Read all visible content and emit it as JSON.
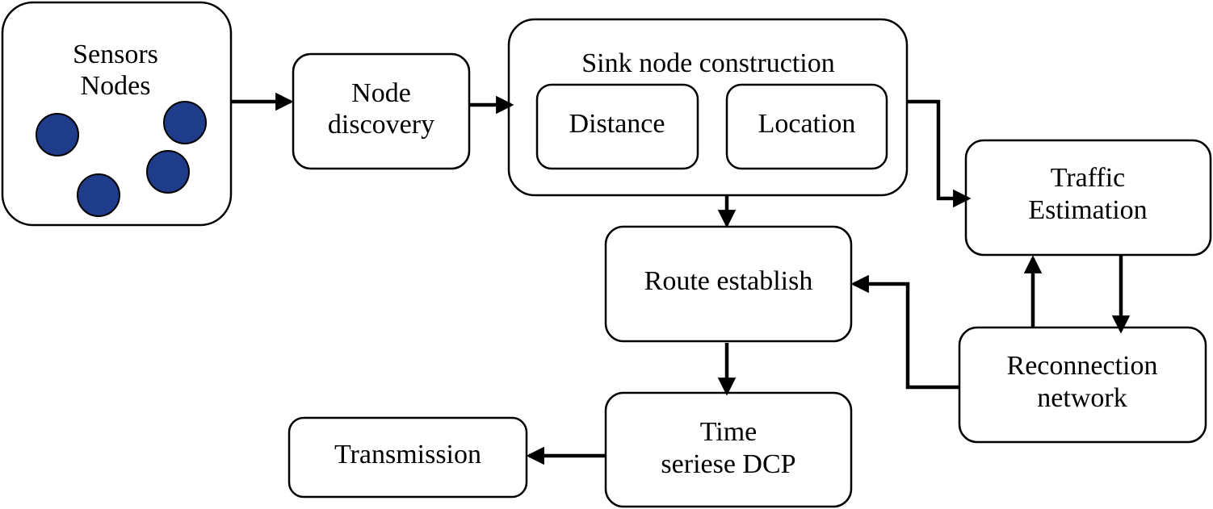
{
  "nodes": {
    "sensors": {
      "lines": [
        "Sensors",
        "Nodes"
      ]
    },
    "discovery": {
      "lines": [
        "Node",
        "discovery"
      ]
    },
    "sink": {
      "title": "Sink node construction",
      "distance": "Distance",
      "location": "Location"
    },
    "traffic": {
      "lines": [
        "Traffic",
        "Estimation"
      ]
    },
    "route": {
      "label": "Route establish"
    },
    "reconnection": {
      "lines": [
        "Reconnection",
        "network"
      ]
    },
    "timeseries": {
      "lines": [
        "Time",
        "seriese DCP"
      ]
    },
    "transmission": {
      "label": "Transmission"
    }
  },
  "colors": {
    "sensor_dot": "#1f3c8a",
    "stroke": "#000000",
    "background": "#ffffff"
  }
}
